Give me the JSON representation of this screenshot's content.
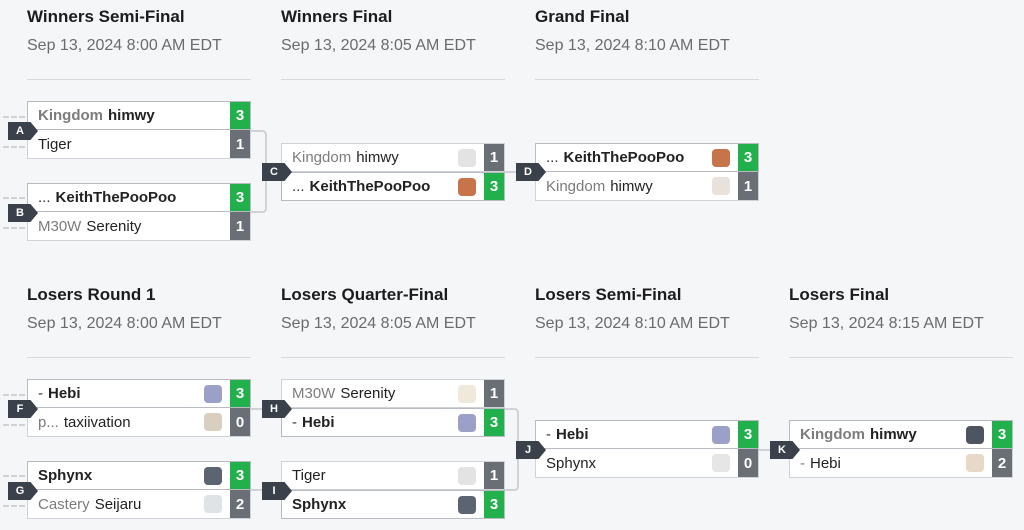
{
  "rounds": {
    "winners_semi": {
      "title": "Winners Semi-Final",
      "date": "Sep 13, 2024 8:00 AM EDT"
    },
    "winners_final": {
      "title": "Winners Final",
      "date": "Sep 13, 2024 8:05 AM EDT"
    },
    "grand_final": {
      "title": "Grand Final",
      "date": "Sep 13, 2024 8:10 AM EDT"
    },
    "losers_r1": {
      "title": "Losers Round 1",
      "date": "Sep 13, 2024 8:00 AM EDT"
    },
    "losers_qf": {
      "title": "Losers Quarter-Final",
      "date": "Sep 13, 2024 8:05 AM EDT"
    },
    "losers_sf": {
      "title": "Losers Semi-Final",
      "date": "Sep 13, 2024 8:10 AM EDT"
    },
    "losers_final": {
      "title": "Losers Final",
      "date": "Sep 13, 2024 8:15 AM EDT"
    }
  },
  "matches": {
    "A": {
      "label": "A",
      "t1": {
        "prefix": "Kingdom",
        "name": "himwy",
        "score": "3"
      },
      "t2": {
        "prefix": "",
        "name": "Tiger",
        "score": "1"
      }
    },
    "B": {
      "label": "B",
      "t1": {
        "prefix": "...",
        "name": "KeithThePooPoo",
        "score": "3"
      },
      "t2": {
        "prefix": "M30W",
        "name": "Serenity",
        "score": "1"
      }
    },
    "C": {
      "label": "C",
      "t1": {
        "prefix": "Kingdom",
        "name": "himwy",
        "score": "1"
      },
      "t2": {
        "prefix": "...",
        "name": "KeithThePooPoo",
        "score": "3"
      }
    },
    "D": {
      "label": "D",
      "t1": {
        "prefix": "...",
        "name": "KeithThePooPoo",
        "score": "3"
      },
      "t2": {
        "prefix": "Kingdom",
        "name": "himwy",
        "score": "1"
      }
    },
    "F": {
      "label": "F",
      "t1": {
        "prefix": "-",
        "name": "Hebi",
        "score": "3"
      },
      "t2": {
        "prefix": "p...",
        "name": "taxiivation",
        "score": "0"
      }
    },
    "G": {
      "label": "G",
      "t1": {
        "prefix": "",
        "name": "Sphynx",
        "score": "3"
      },
      "t2": {
        "prefix": "Castery",
        "name": "Seijaru",
        "score": "2"
      }
    },
    "H": {
      "label": "H",
      "t1": {
        "prefix": "M30W",
        "name": "Serenity",
        "score": "1"
      },
      "t2": {
        "prefix": "-",
        "name": "Hebi",
        "score": "3"
      }
    },
    "I": {
      "label": "I",
      "t1": {
        "prefix": "",
        "name": "Tiger",
        "score": "1"
      },
      "t2": {
        "prefix": "",
        "name": "Sphynx",
        "score": "3"
      }
    },
    "J": {
      "label": "J",
      "t1": {
        "prefix": "-",
        "name": "Hebi",
        "score": "3"
      },
      "t2": {
        "prefix": "",
        "name": "Sphynx",
        "score": "0"
      }
    },
    "K": {
      "label": "K",
      "t1": {
        "prefix": "Kingdom",
        "name": "himwy",
        "score": "3"
      },
      "t2": {
        "prefix": "-",
        "name": "Hebi",
        "score": "2"
      }
    }
  },
  "colors": {
    "win": "#21b04b",
    "lose": "#6a6f76",
    "badge": "#3a414b",
    "background": "#f5f6f8"
  }
}
